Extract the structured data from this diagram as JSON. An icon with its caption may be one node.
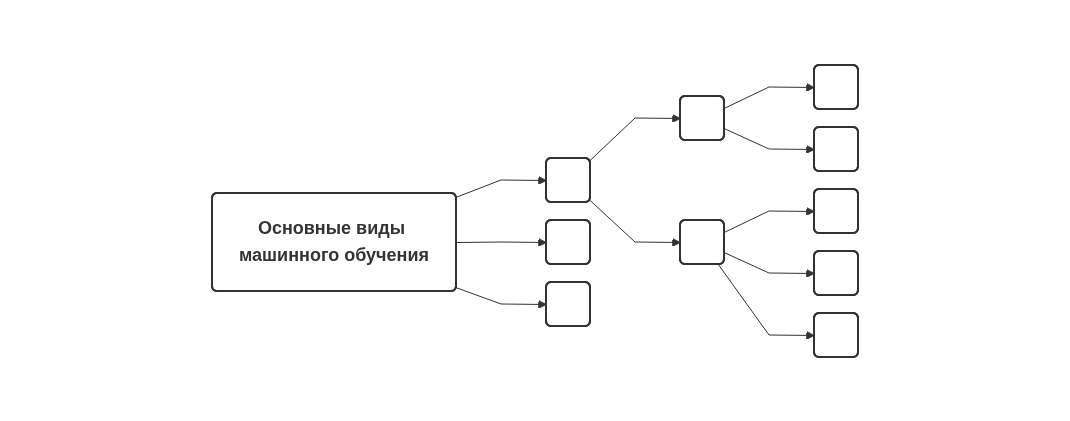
{
  "diagram": {
    "nodes": [
      {
        "text": [
          "Основные виды машинного обучения"
        ]
      },
      {
        "text": [],
        "shape": "box"
      },
      {
        "text": [],
        "shape": "box"
      },
      {
        "text": [],
        "shape": "box"
      },
      {
        "text": [],
        "shape": "box"
      },
      {
        "text": [],
        "shape": "box"
      },
      {
        "text": [],
        "shape": "box"
      },
      {
        "text": [],
        "shape": "box"
      },
      {
        "text": [],
        "shape": "box"
      },
      {
        "text": [],
        "shape": "box"
      },
      {
        "text": [],
        "shape": "box"
      }
    ],
    "edges": [
      {
        "from": 0,
        "to": 1,
        "arrow": "to"
      },
      {
        "from": 0,
        "to": 2,
        "arrow": "to"
      },
      {
        "from": 0,
        "to": 3,
        "arrow": "to"
      },
      {
        "from": 1,
        "to": 4,
        "arrow": "to"
      },
      {
        "from": 1,
        "to": 5,
        "arrow": "to"
      },
      {
        "from": 4,
        "to": 6,
        "arrow": "to"
      },
      {
        "from": 4,
        "to": 7,
        "arrow": "to"
      },
      {
        "from": 5,
        "to": 8,
        "arrow": "to"
      },
      {
        "from": 5,
        "to": 9,
        "arrow": "to"
      },
      {
        "from": 5,
        "to": 10,
        "arrow": "to"
      }
    ]
  }
}
